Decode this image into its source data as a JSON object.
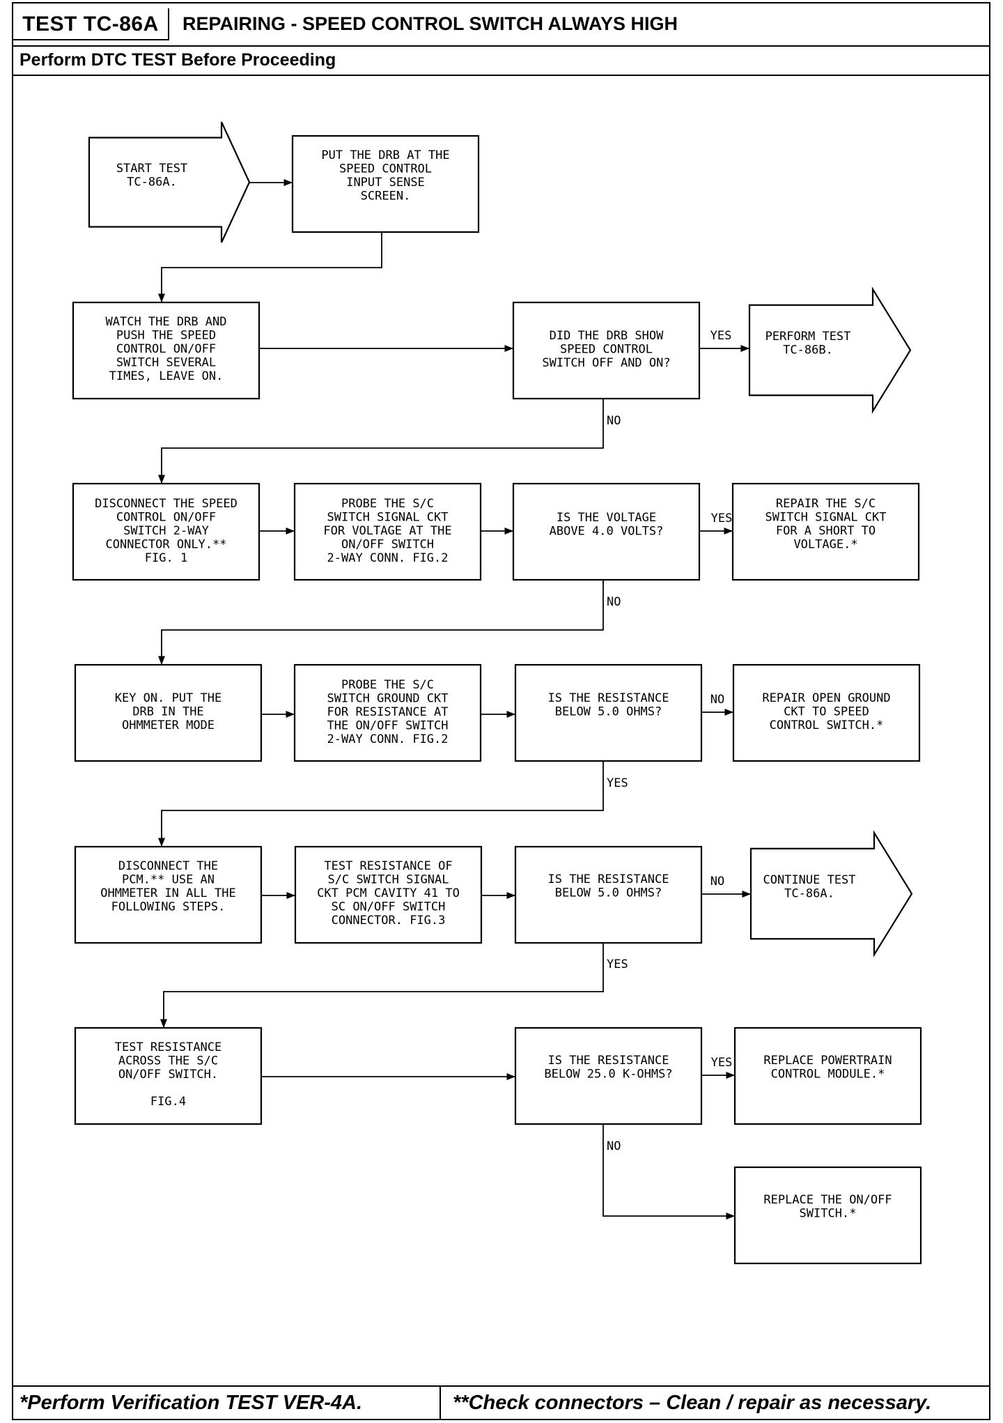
{
  "header": {
    "test_id": "TEST TC-86A",
    "title": "REPAIRING - SPEED CONTROL SWITCH ALWAYS HIGH",
    "subtitle": "Perform DTC TEST Before Proceeding"
  },
  "footer": {
    "left": "*Perform Verification TEST VER-4A.",
    "right": "**Check connectors – Clean / repair as necessary."
  },
  "flowchart": {
    "nodes": [
      {
        "id": "start",
        "lines": [
          "START TEST",
          "TC-86A."
        ]
      },
      {
        "id": "put-drb",
        "lines": [
          "PUT THE DRB AT THE",
          "SPEED CONTROL",
          "INPUT SENSE",
          "SCREEN."
        ]
      },
      {
        "id": "watch-drb",
        "lines": [
          "WATCH THE DRB AND",
          "PUSH THE SPEED",
          "CONTROL ON/OFF",
          "SWITCH SEVERAL",
          "TIMES, LEAVE ON."
        ]
      },
      {
        "id": "q-drb-show",
        "lines": [
          "DID THE DRB SHOW",
          "SPEED CONTROL",
          "SWITCH OFF AND ON?"
        ]
      },
      {
        "id": "perform-86b",
        "lines": [
          "PERFORM TEST",
          "TC-86B."
        ]
      },
      {
        "id": "disconnect-switch",
        "lines": [
          "DISCONNECT THE SPEED",
          "CONTROL ON/OFF",
          "SWITCH 2-WAY",
          "CONNECTOR ONLY.**",
          "FIG. 1"
        ]
      },
      {
        "id": "probe-signal",
        "lines": [
          "PROBE THE S/C",
          "SWITCH SIGNAL CKT",
          "FOR VOLTAGE AT THE",
          "ON/OFF SWITCH",
          "2-WAY CONN. FIG.2"
        ]
      },
      {
        "id": "q-voltage",
        "lines": [
          "IS THE VOLTAGE",
          "ABOVE 4.0 VOLTS?"
        ]
      },
      {
        "id": "repair-short",
        "lines": [
          "REPAIR THE S/C",
          "SWITCH SIGNAL CKT",
          "FOR A SHORT TO",
          "VOLTAGE.*"
        ]
      },
      {
        "id": "key-on",
        "lines": [
          "KEY ON. PUT THE",
          "DRB IN THE",
          "OHMMETER MODE"
        ]
      },
      {
        "id": "probe-ground",
        "lines": [
          "PROBE THE S/C",
          "SWITCH GROUND CKT",
          "FOR RESISTANCE AT",
          "THE ON/OFF SWITCH",
          "2-WAY CONN. FIG.2"
        ]
      },
      {
        "id": "q-resistance-1",
        "lines": [
          "IS THE RESISTANCE",
          "BELOW 5.0 OHMS?"
        ]
      },
      {
        "id": "repair-open",
        "lines": [
          "REPAIR OPEN GROUND",
          "CKT TO SPEED",
          "CONTROL SWITCH.*"
        ]
      },
      {
        "id": "disconnect-pcm",
        "lines": [
          "DISCONNECT THE",
          "PCM.** USE AN",
          "OHMMETER IN ALL THE",
          "FOLLOWING STEPS."
        ]
      },
      {
        "id": "test-pcm",
        "lines": [
          "TEST RESISTANCE OF",
          "S/C SWITCH SIGNAL",
          "CKT PCM CAVITY 41 TO",
          "SC ON/OFF SWITCH",
          "CONNECTOR. FIG.3"
        ]
      },
      {
        "id": "q-resistance-2",
        "lines": [
          "IS THE RESISTANCE",
          "BELOW 5.0 OHMS?"
        ]
      },
      {
        "id": "continue-86a",
        "lines": [
          "CONTINUE TEST",
          "TC-86A."
        ]
      },
      {
        "id": "test-switch",
        "lines": [
          "TEST RESISTANCE",
          "ACROSS THE S/C",
          "ON/OFF SWITCH.",
          "",
          "FIG.4"
        ]
      },
      {
        "id": "q-resistance-3",
        "lines": [
          "IS THE RESISTANCE",
          "BELOW 25.0 K-OHMS?"
        ]
      },
      {
        "id": "replace-pcm",
        "lines": [
          "REPLACE POWERTRAIN",
          "CONTROL MODULE.*"
        ]
      },
      {
        "id": "replace-switch",
        "lines": [
          "REPLACE THE ON/OFF",
          "SWITCH.*"
        ]
      }
    ],
    "edges": [
      {
        "from": "start",
        "to": "put-drb",
        "label": ""
      },
      {
        "from": "put-drb",
        "to": "watch-drb",
        "label": ""
      },
      {
        "from": "watch-drb",
        "to": "q-drb-show",
        "label": ""
      },
      {
        "from": "q-drb-show",
        "to": "perform-86b",
        "label": "YES"
      },
      {
        "from": "q-drb-show",
        "to": "disconnect-switch",
        "label": "NO"
      },
      {
        "from": "disconnect-switch",
        "to": "probe-signal",
        "label": ""
      },
      {
        "from": "probe-signal",
        "to": "q-voltage",
        "label": ""
      },
      {
        "from": "q-voltage",
        "to": "repair-short",
        "label": "YES"
      },
      {
        "from": "q-voltage",
        "to": "key-on",
        "label": "NO"
      },
      {
        "from": "key-on",
        "to": "probe-ground",
        "label": ""
      },
      {
        "from": "probe-ground",
        "to": "q-resistance-1",
        "label": ""
      },
      {
        "from": "q-resistance-1",
        "to": "repair-open",
        "label": "NO"
      },
      {
        "from": "q-resistance-1",
        "to": "disconnect-pcm",
        "label": "YES"
      },
      {
        "from": "disconnect-pcm",
        "to": "test-pcm",
        "label": ""
      },
      {
        "from": "test-pcm",
        "to": "q-resistance-2",
        "label": ""
      },
      {
        "from": "q-resistance-2",
        "to": "continue-86a",
        "label": "NO"
      },
      {
        "from": "q-resistance-2",
        "to": "test-switch",
        "label": "YES"
      },
      {
        "from": "test-switch",
        "to": "q-resistance-3",
        "label": ""
      },
      {
        "from": "q-resistance-3",
        "to": "replace-pcm",
        "label": "YES"
      },
      {
        "from": "q-resistance-3",
        "to": "replace-switch",
        "label": "NO"
      }
    ]
  }
}
